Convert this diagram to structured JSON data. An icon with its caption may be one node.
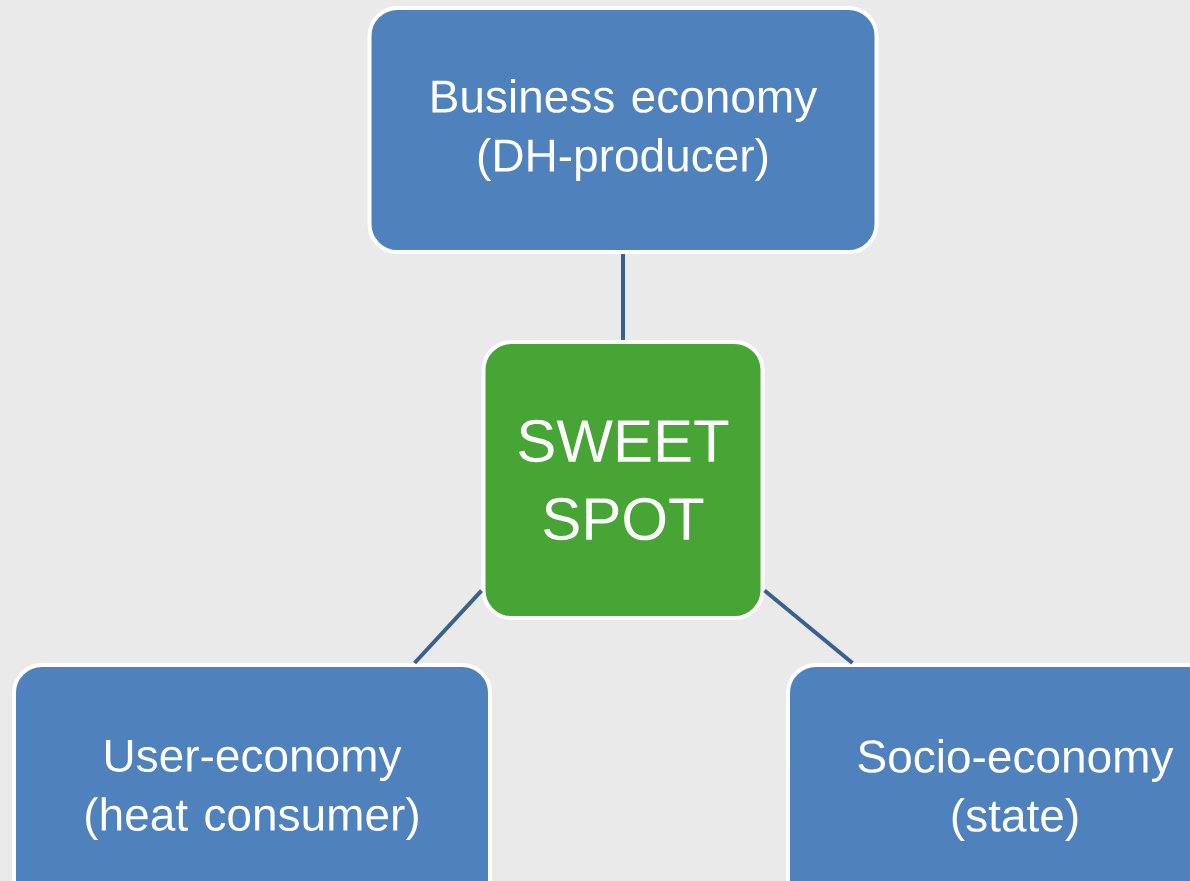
{
  "diagram": {
    "nodes": [
      {
        "text": [
          "Business economy (DH-producer)"
        ]
      },
      {
        "text": [
          "SWEET SPOT"
        ]
      },
      {
        "text": [
          "User-economy (heat consumer)"
        ]
      },
      {
        "text": [
          "Socio-economy (state)"
        ]
      }
    ],
    "edges": [
      {
        "from": 0,
        "to": 1,
        "arrow": "none"
      },
      {
        "from": 1,
        "to": 2,
        "arrow": "none"
      },
      {
        "from": 1,
        "to": 3,
        "arrow": "none"
      }
    ]
  }
}
